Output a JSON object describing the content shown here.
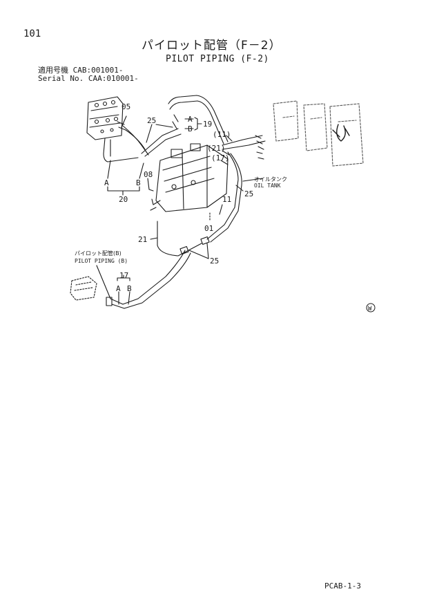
{
  "header": {
    "page_number": "101",
    "title_jp": "パイロット配管（F－2）",
    "title_en": "PILOT PIPING (F-2)",
    "applicability_jp": "適用号機 CAB:001001-",
    "applicability_serial": "Serial No. CAA:010001-"
  },
  "callouts": {
    "p05": "05",
    "p25a": "25",
    "pA1": "A",
    "pB1": "B",
    "p19": "19",
    "p11": "(11)",
    "p21b": "(21)",
    "p17b": "(17)",
    "p08": "08",
    "pA2": "A",
    "pB2": "B",
    "p20": "20",
    "p25b": "25",
    "p11b": "11",
    "p01": "01",
    "p21": "21",
    "p25c": "25",
    "p17": "17",
    "pA3": "A",
    "pB3": "B"
  },
  "notes": {
    "oil_tank_jp": "オイルタンク",
    "oil_tank_en": "OIL TANK",
    "pilot_piping_b_jp": "パイロット配管(B)",
    "pilot_piping_b_en": "PILOT PIPING (B)",
    "w_mark": "W"
  },
  "footer": {
    "doc_code": "PCAB-1-3"
  }
}
